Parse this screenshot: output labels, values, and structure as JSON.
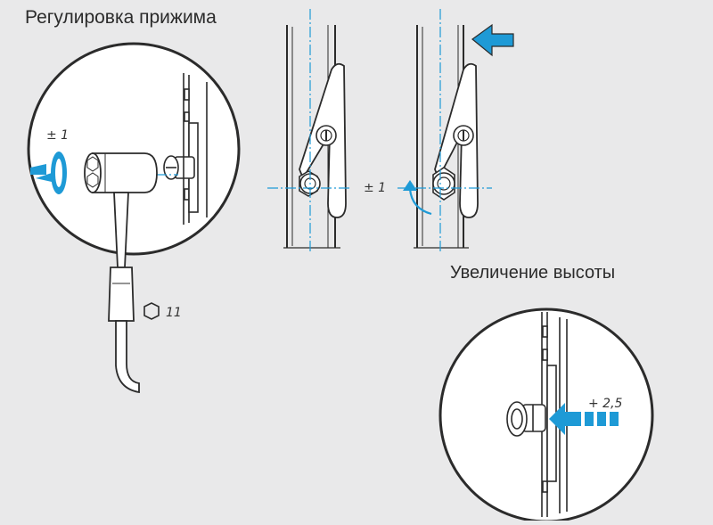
{
  "labels": {
    "pressure_adjustment": "Регулировка прижима",
    "height_increase": "Увеличение высоты"
  },
  "annotations": {
    "tolerance_left": "± 1",
    "tolerance_middle": "± 1",
    "hex_key_size": "11",
    "height_increment": "+ 2,5"
  },
  "colors": {
    "background": "#e9e9ea",
    "accent": "#1e9ad6",
    "line": "#2b2b2b",
    "fill": "#ffffff"
  },
  "icons": [
    "rotation-arrow-icon",
    "hex-icon",
    "push-arrow-icon"
  ]
}
